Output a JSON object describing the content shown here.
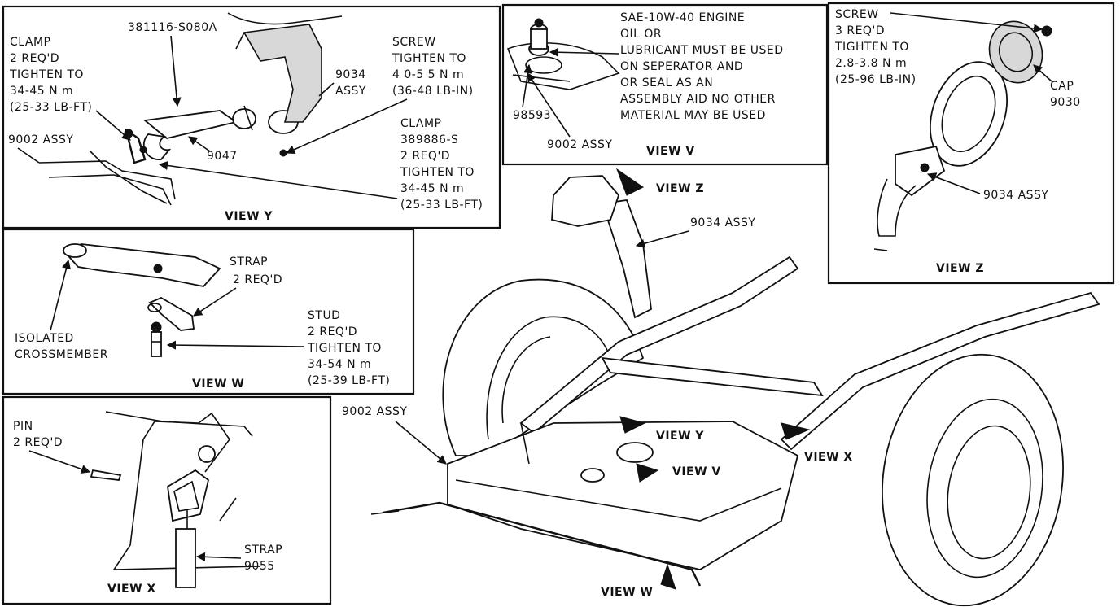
{
  "view_y": {
    "title": "VIEW Y",
    "part_number": "381116-S080A",
    "clamp_left": [
      "CLAMP",
      "2 REQ'D",
      "TIGHTEN TO",
      "34-45 N m",
      "(25-33 LB-FT)"
    ],
    "assy_9002": "9002 ASSY",
    "assy_9034": [
      "9034",
      "ASSY"
    ],
    "screw": [
      "SCREW",
      "TIGHTEN TO",
      "4 0-5 5 N m",
      "(36-48 LB-IN)"
    ],
    "part_9047": "9047",
    "clamp_right": [
      "CLAMP",
      "389886-S",
      "2 REQ'D",
      "TIGHTEN TO",
      "34-45 N m",
      "(25-33 LB-FT)"
    ]
  },
  "view_v": {
    "title": "VIEW V",
    "note": [
      "SAE-10W-40 ENGINE",
      "OIL OR",
      "LUBRICANT MUST BE USED",
      "ON SEPERATOR AND",
      "OR SEAL AS AN",
      "ASSEMBLY AID NO OTHER",
      "MATERIAL MAY BE USED"
    ],
    "part_98593": "98593",
    "assy_9002": "9002 ASSY"
  },
  "view_z": {
    "title": "VIEW Z",
    "screw": [
      "SCREW",
      "3 REQ'D",
      "TIGHTEN TO",
      "2.8-3.8 N m",
      "(25-96 LB-IN)"
    ],
    "cap": [
      "CAP",
      "9030"
    ],
    "assy_9034": "9034 ASSY"
  },
  "view_w": {
    "title": "VIEW W",
    "strap": [
      "STRAP",
      "2 REQ'D"
    ],
    "isolated": [
      "ISOLATED",
      "CROSSMEMBER"
    ],
    "stud": [
      "STUD",
      "2 REQ'D",
      "TIGHTEN TO",
      "34-54 N m",
      "(25-39 LB-FT)"
    ]
  },
  "view_x": {
    "title": "VIEW X",
    "pin": [
      "PIN",
      "2 REQ'D"
    ],
    "strap": [
      "STRAP",
      "9055"
    ]
  },
  "main": {
    "view_z": "VIEW Z",
    "assy_9034": "9034 ASSY",
    "assy_9002": "9002 ASSY",
    "view_y": "VIEW Y",
    "view_v": "VIEW V",
    "view_x": "VIEW X",
    "view_w": "VIEW W"
  }
}
